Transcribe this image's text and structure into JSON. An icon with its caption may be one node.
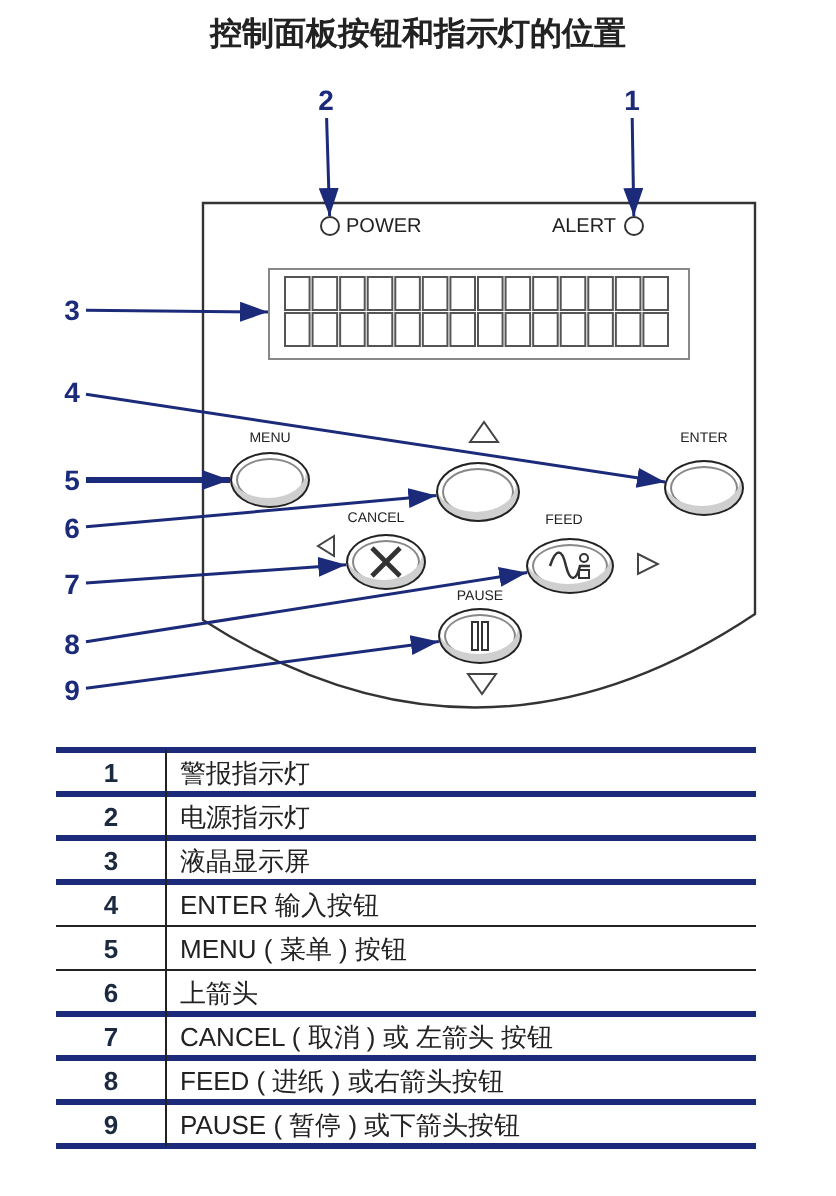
{
  "diagram": {
    "title": "控制面板按钮和指示灯的位置",
    "nodes": [
      {
        "text": [],
        "shape": "box"
      },
      {
        "text": [
          "2"
        ]
      },
      {
        "text": [
          "1"
        ]
      },
      {
        "text": [],
        "shape": "circle",
        "beside": [
          "POWER"
        ],
        "in": 0
      },
      {
        "text": [],
        "shape": "circle",
        "beside": [
          "ALERT"
        ],
        "in": 0
      },
      {
        "text": [
          "3"
        ]
      },
      {
        "text": [],
        "shape": "box",
        "in": 0
      },
      {
        "text": [
          "4"
        ]
      },
      {
        "text": [
          "5"
        ]
      },
      {
        "text": [],
        "shape": "ellipse",
        "beside": [
          "MENU"
        ],
        "in": 0
      },
      {
        "text": [],
        "shape": "ellipse",
        "in": 0
      },
      {
        "text": [],
        "shape": "ellipse",
        "beside": [
          "ENTER"
        ],
        "in": 0
      },
      {
        "text": [
          "6"
        ]
      },
      {
        "text": [
          "7"
        ]
      },
      {
        "text": [],
        "shape": "ellipse",
        "beside": [
          "CANCEL"
        ],
        "in": 0
      },
      {
        "text": [],
        "shape": "ellipse",
        "beside": [
          "FEED"
        ],
        "in": 0
      },
      {
        "text": [
          "8"
        ]
      },
      {
        "text": [],
        "shape": "ellipse",
        "beside": [
          "PAUSE"
        ],
        "in": 0
      },
      {
        "text": [
          "9"
        ]
      }
    ],
    "edges": [
      {
        "from": 2,
        "to": 4,
        "arrow": "to"
      },
      {
        "from": 1,
        "to": 3,
        "arrow": "to"
      },
      {
        "from": 5,
        "to": 6,
        "arrow": "to"
      },
      {
        "from": 7,
        "to": 11,
        "arrow": "to"
      },
      {
        "from": 8,
        "to": 9,
        "arrow": "to",
        "style": "thick"
      },
      {
        "from": 12,
        "to": 10,
        "arrow": "to"
      },
      {
        "from": 13,
        "to": 14,
        "arrow": "to"
      },
      {
        "from": 16,
        "to": 15,
        "arrow": "to"
      },
      {
        "from": 18,
        "to": 17,
        "arrow": "to"
      }
    ],
    "labels": [
      "1",
      "警报指示灯",
      "2",
      "电源指示灯",
      "3",
      "液晶显示屏",
      "4",
      "ENTER 输入按钮",
      "5",
      "MENU ( 菜单 ) 按钮",
      "6",
      "上箭头",
      "7",
      "CANCEL ( 取消 ) 或 左箭头 按钮",
      "8",
      "FEED ( 进纸 ) 或右箭头按钮",
      "9",
      "PAUSE ( 暂停 ) 或下箭头按钮"
    ]
  }
}
